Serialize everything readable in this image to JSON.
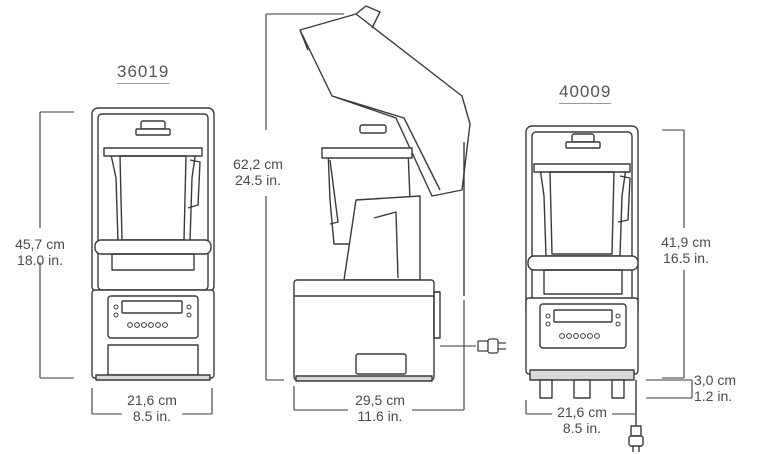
{
  "models": {
    "left": "36019",
    "right": "40009"
  },
  "dimensions": {
    "left_height": {
      "metric": "45,7 cm",
      "imperial": "18.0 in."
    },
    "left_width": {
      "metric": "21,6 cm",
      "imperial": "8.5 in."
    },
    "center_height": {
      "metric": "62,2 cm",
      "imperial": "24.5 in."
    },
    "center_depth": {
      "metric": "29,5 cm",
      "imperial": "11.6 in."
    },
    "right_height": {
      "metric": "41,9 cm",
      "imperial": "16.5 in."
    },
    "right_width": {
      "metric": "21,6 cm",
      "imperial": "8.5 in."
    },
    "right_feet": {
      "metric": "3,0 cm",
      "imperial": "1.2 in."
    }
  },
  "colors": {
    "line": "#3a3a3a",
    "text": "#4a4a4a",
    "fill": "#ffffff",
    "shade": "#d9d9d9"
  },
  "icons": [
    "blender-front-icon",
    "blender-side-open-icon",
    "power-plug-icon"
  ]
}
